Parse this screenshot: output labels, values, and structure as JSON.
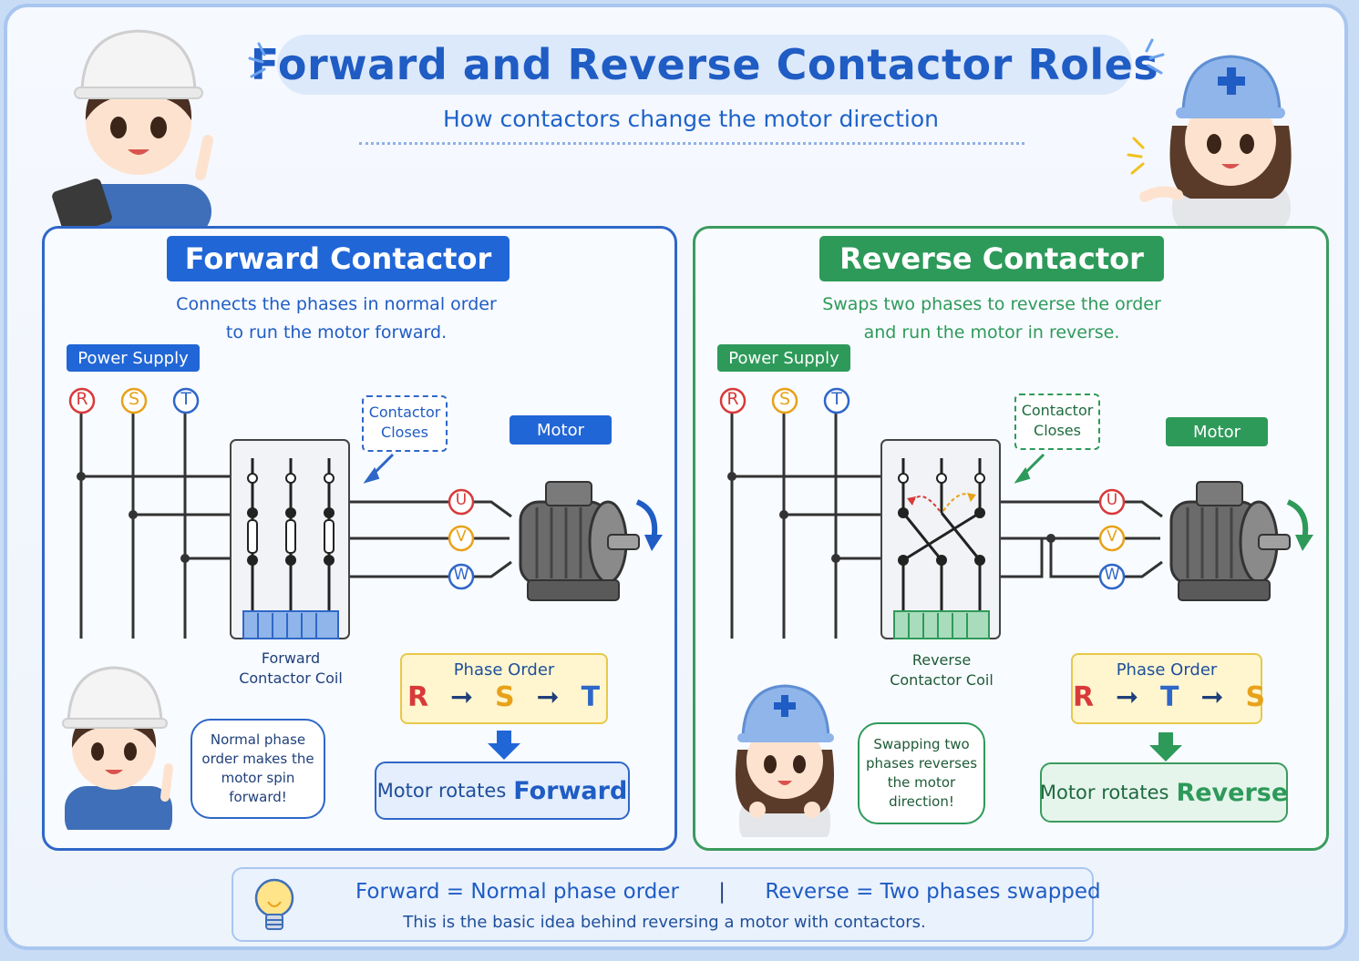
{
  "title": "Forward and Reverse Contactor Roles",
  "subtitle": "How contactors change the motor direction",
  "forward": {
    "header": "Forward Contactor",
    "desc_line1": "Connects the phases in normal order",
    "desc_line2": "to run the motor forward.",
    "power_supply": "Power Supply",
    "phases": [
      "R",
      "S",
      "T"
    ],
    "outputs": [
      "U",
      "V",
      "W"
    ],
    "contactor_closes_1": "Contactor",
    "contactor_closes_2": "Closes",
    "motor": "Motor",
    "coil_1": "Forward",
    "coil_2": "Contactor Coil",
    "phase_order_label": "Phase Order",
    "phase_order": [
      "R",
      "S",
      "T"
    ],
    "result_prefix": "Motor rotates",
    "result_word": "Forward",
    "bubble": [
      "Normal phase",
      "order makes the",
      "motor spin",
      "forward!"
    ],
    "color": "#2166d6"
  },
  "reverse": {
    "header": "Reverse Contactor",
    "desc_line1": "Swaps two phases to reverse the order",
    "desc_line2": "and run the motor in reverse.",
    "power_supply": "Power Supply",
    "phases": [
      "R",
      "S",
      "T"
    ],
    "outputs": [
      "U",
      "V",
      "W"
    ],
    "contactor_closes_1": "Contactor",
    "contactor_closes_2": "Closes",
    "motor": "Motor",
    "coil_1": "Reverse",
    "coil_2": "Contactor Coil",
    "phase_order_label": "Phase Order",
    "phase_order": [
      "R",
      "T",
      "S"
    ],
    "result_prefix": "Motor rotates",
    "result_word": "Reverse",
    "bubble": [
      "Swapping two",
      "phases reverses",
      "the motor",
      "direction!"
    ],
    "color": "#2e9a5a"
  },
  "summary": {
    "forward": "Forward = Normal phase order",
    "separator": "|",
    "reverse": "Reverse = Two phases swapped",
    "note": "This is the basic idea behind reversing a motor with contactors."
  },
  "colors": {
    "R": "#d83a3a",
    "S": "#e8a21a",
    "T": "#2f67c8",
    "blue": "#1f5cc4",
    "green": "#2e9a5a"
  }
}
